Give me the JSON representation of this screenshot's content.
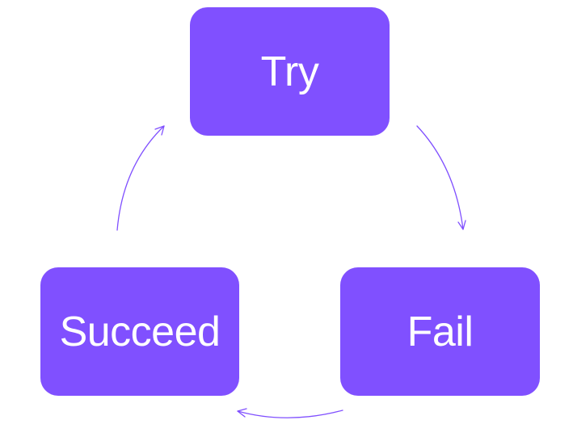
{
  "diagram": {
    "type": "cycle",
    "colors": {
      "node_fill": "#8050ff",
      "node_text": "#ffffff",
      "arrow": "#8050ff",
      "background": "#ffffff"
    },
    "nodes": [
      {
        "id": "try",
        "label": "Try"
      },
      {
        "id": "fail",
        "label": "Fail"
      },
      {
        "id": "succeed",
        "label": "Succeed"
      }
    ],
    "edges": [
      {
        "from": "try",
        "to": "fail"
      },
      {
        "from": "fail",
        "to": "succeed"
      },
      {
        "from": "succeed",
        "to": "try"
      }
    ]
  }
}
